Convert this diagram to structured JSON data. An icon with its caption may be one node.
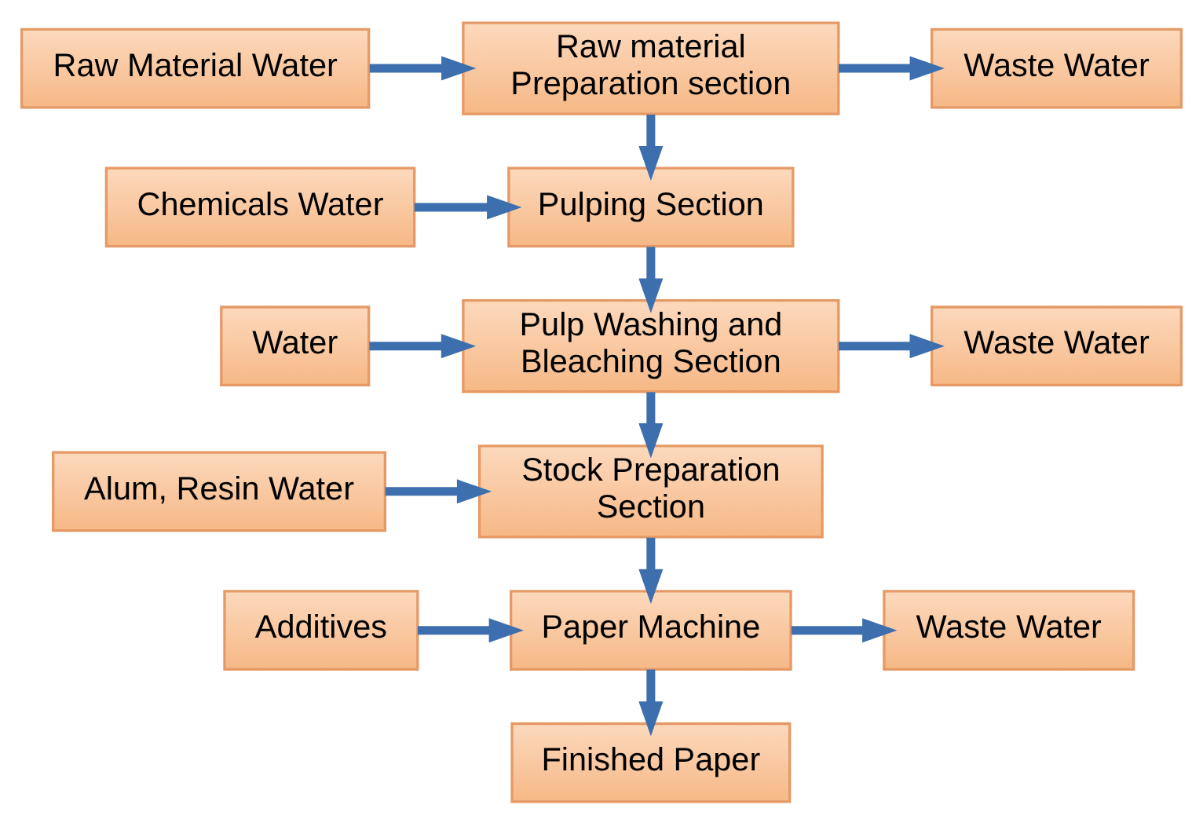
{
  "diagram": {
    "nodes": [
      {
        "text": [
          "Raw Material Water"
        ]
      },
      {
        "text": [
          "Raw material Preparation section"
        ]
      },
      {
        "text": [
          "Waste Water"
        ]
      },
      {
        "text": [
          "Chemicals Water"
        ]
      },
      {
        "text": [
          "Pulping Section"
        ]
      },
      {
        "text": [
          "Water"
        ]
      },
      {
        "text": [
          "Pulp Washing and Bleaching Section"
        ]
      },
      {
        "text": [
          "Waste Water"
        ]
      },
      {
        "text": [
          "Alum, Resin Water"
        ]
      },
      {
        "text": [
          "Stock Preparation Section"
        ]
      },
      {
        "text": [
          "Additives"
        ]
      },
      {
        "text": [
          "Paper Machine"
        ]
      },
      {
        "text": [
          "Waste Water"
        ]
      },
      {
        "text": [
          "Finished Paper"
        ]
      }
    ],
    "edges": [
      {
        "from": 0,
        "to": 1,
        "arrow": "to"
      },
      {
        "from": 1,
        "to": 2,
        "arrow": "to"
      },
      {
        "from": 1,
        "to": 4,
        "arrow": "to"
      },
      {
        "from": 3,
        "to": 4,
        "arrow": "to"
      },
      {
        "from": 4,
        "to": 6,
        "arrow": "to"
      },
      {
        "from": 5,
        "to": 6,
        "arrow": "to"
      },
      {
        "from": 6,
        "to": 7,
        "arrow": "to"
      },
      {
        "from": 6,
        "to": 9,
        "arrow": "to"
      },
      {
        "from": 8,
        "to": 9,
        "arrow": "to"
      },
      {
        "from": 9,
        "to": 11,
        "arrow": "to"
      },
      {
        "from": 10,
        "to": 11,
        "arrow": "to"
      },
      {
        "from": 11,
        "to": 12,
        "arrow": "to"
      },
      {
        "from": 11,
        "to": 13,
        "arrow": "to"
      }
    ]
  }
}
